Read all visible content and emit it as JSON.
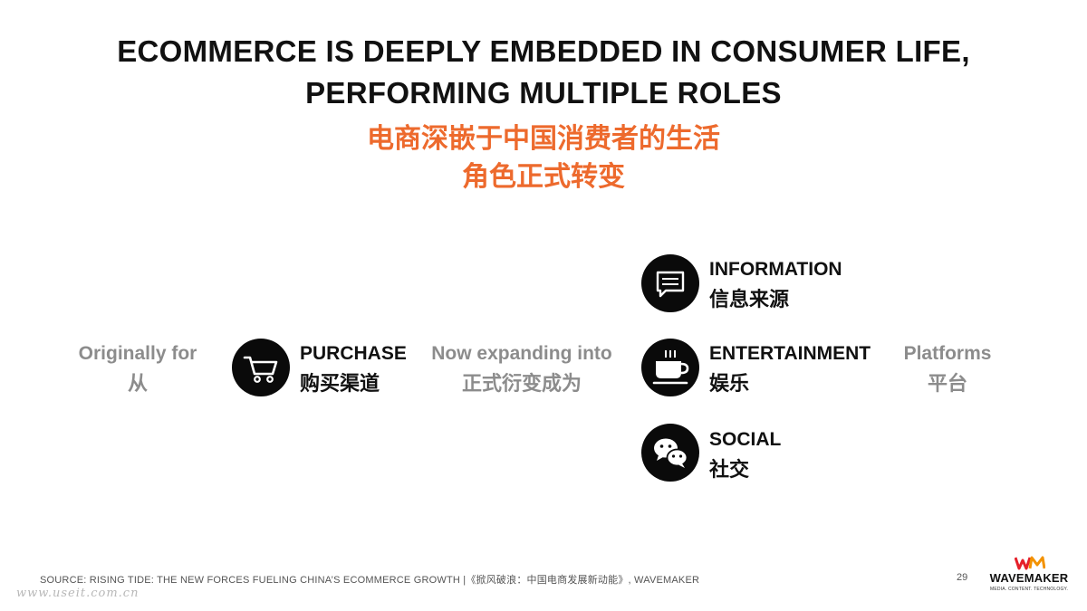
{
  "title": {
    "line1": "ECOMMERCE IS DEEPLY EMBEDDED IN CONSUMER LIFE,",
    "line2": "PERFORMING MULTIPLE ROLES",
    "cn_line1": "电商深嵌于中国消费者的生活",
    "cn_line2": "角色正式转变"
  },
  "flow": {
    "origin": {
      "en": "Originally for",
      "cn": "从"
    },
    "purchase": {
      "en": "PURCHASE",
      "cn": "购买渠道",
      "icon": "shopping-cart-icon"
    },
    "expanding": {
      "en": "Now expanding into",
      "cn": "正式衍变成为"
    },
    "roles": [
      {
        "en": "INFORMATION",
        "cn": "信息来源",
        "icon": "message-icon"
      },
      {
        "en": "ENTERTAINMENT",
        "cn": "娱乐",
        "icon": "coffee-cup-icon"
      },
      {
        "en": "SOCIAL",
        "cn": "社交",
        "icon": "wechat-icon"
      }
    ],
    "destination": {
      "en": "Platforms",
      "cn": "平台"
    }
  },
  "footer": {
    "source": "SOURCE: RISING TIDE: THE NEW FORCES FUELING CHINA’S ECOMMERCE GROWTH |《掀风破浪：中国电商发展新动能》, WAVEMAKER",
    "page_number": "29",
    "watermark": "www.useit.com.cn"
  },
  "logo": {
    "mark": "WM",
    "name": "WAVEMAKER",
    "tagline": "MEDIA. CONTENT. TECHNOLOGY."
  },
  "colors": {
    "accent": "#ED6A2D",
    "grey_text": "#8C8C8C",
    "dark": "#0A0A0A",
    "logo_red": "#E5202A",
    "logo_orange": "#F39200"
  }
}
